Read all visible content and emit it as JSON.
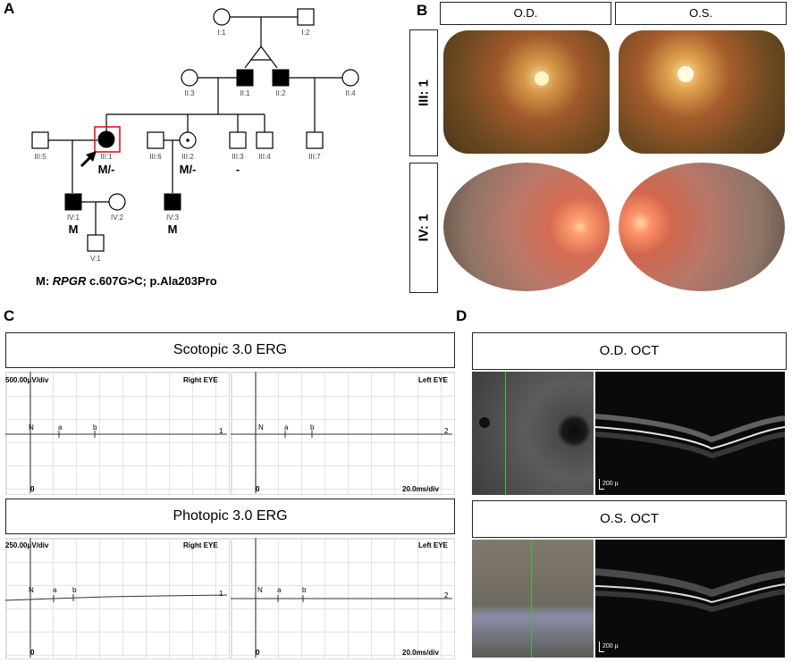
{
  "panels": {
    "a": "A",
    "b": "B",
    "c": "C",
    "d": "D"
  },
  "pedigree": {
    "nodes": {
      "I1": "I:1",
      "I2": "I:2",
      "II1": "II:1",
      "II2": "II:2",
      "II3": "II:3",
      "II4": "II:4",
      "III1": "III:1",
      "III2": "III:2",
      "III3": "III:3",
      "III4": "III:4",
      "III5": "III:5",
      "III6": "III:6",
      "III7": "III:7",
      "IV1": "IV:1",
      "IV2": "IV:2",
      "IV3": "IV:3",
      "V1": "V:1"
    },
    "genotypes": {
      "III1": "M/-",
      "III2": "M/-",
      "III3": "-",
      "IV1": "M",
      "IV3": "M"
    },
    "mutation": {
      "prefix": "M:",
      "gene": "RPGR",
      "variant": "c.607G>C; p.Ala203Pro"
    }
  },
  "fundus": {
    "col_od": "O.D.",
    "col_os": "O.S.",
    "row1": "III: 1",
    "row2": "IV: 1"
  },
  "erg": {
    "scotopic": {
      "title": "Scotopic 3.0 ERG",
      "scale": "500.00μV/div"
    },
    "photopic": {
      "title": "Photopic 3.0 ERG",
      "scale": "250.00μV/div"
    },
    "right_eye": "Right EYE",
    "left_eye": "Left EYE",
    "time_scale": "20.0ms/div",
    "zero": "0",
    "N": "N",
    "a": "a",
    "b": "b",
    "ch1": "1",
    "ch2": "2"
  },
  "oct": {
    "od": "O.D.   OCT",
    "os": "O.S.   OCT",
    "scale": "200 µ"
  }
}
